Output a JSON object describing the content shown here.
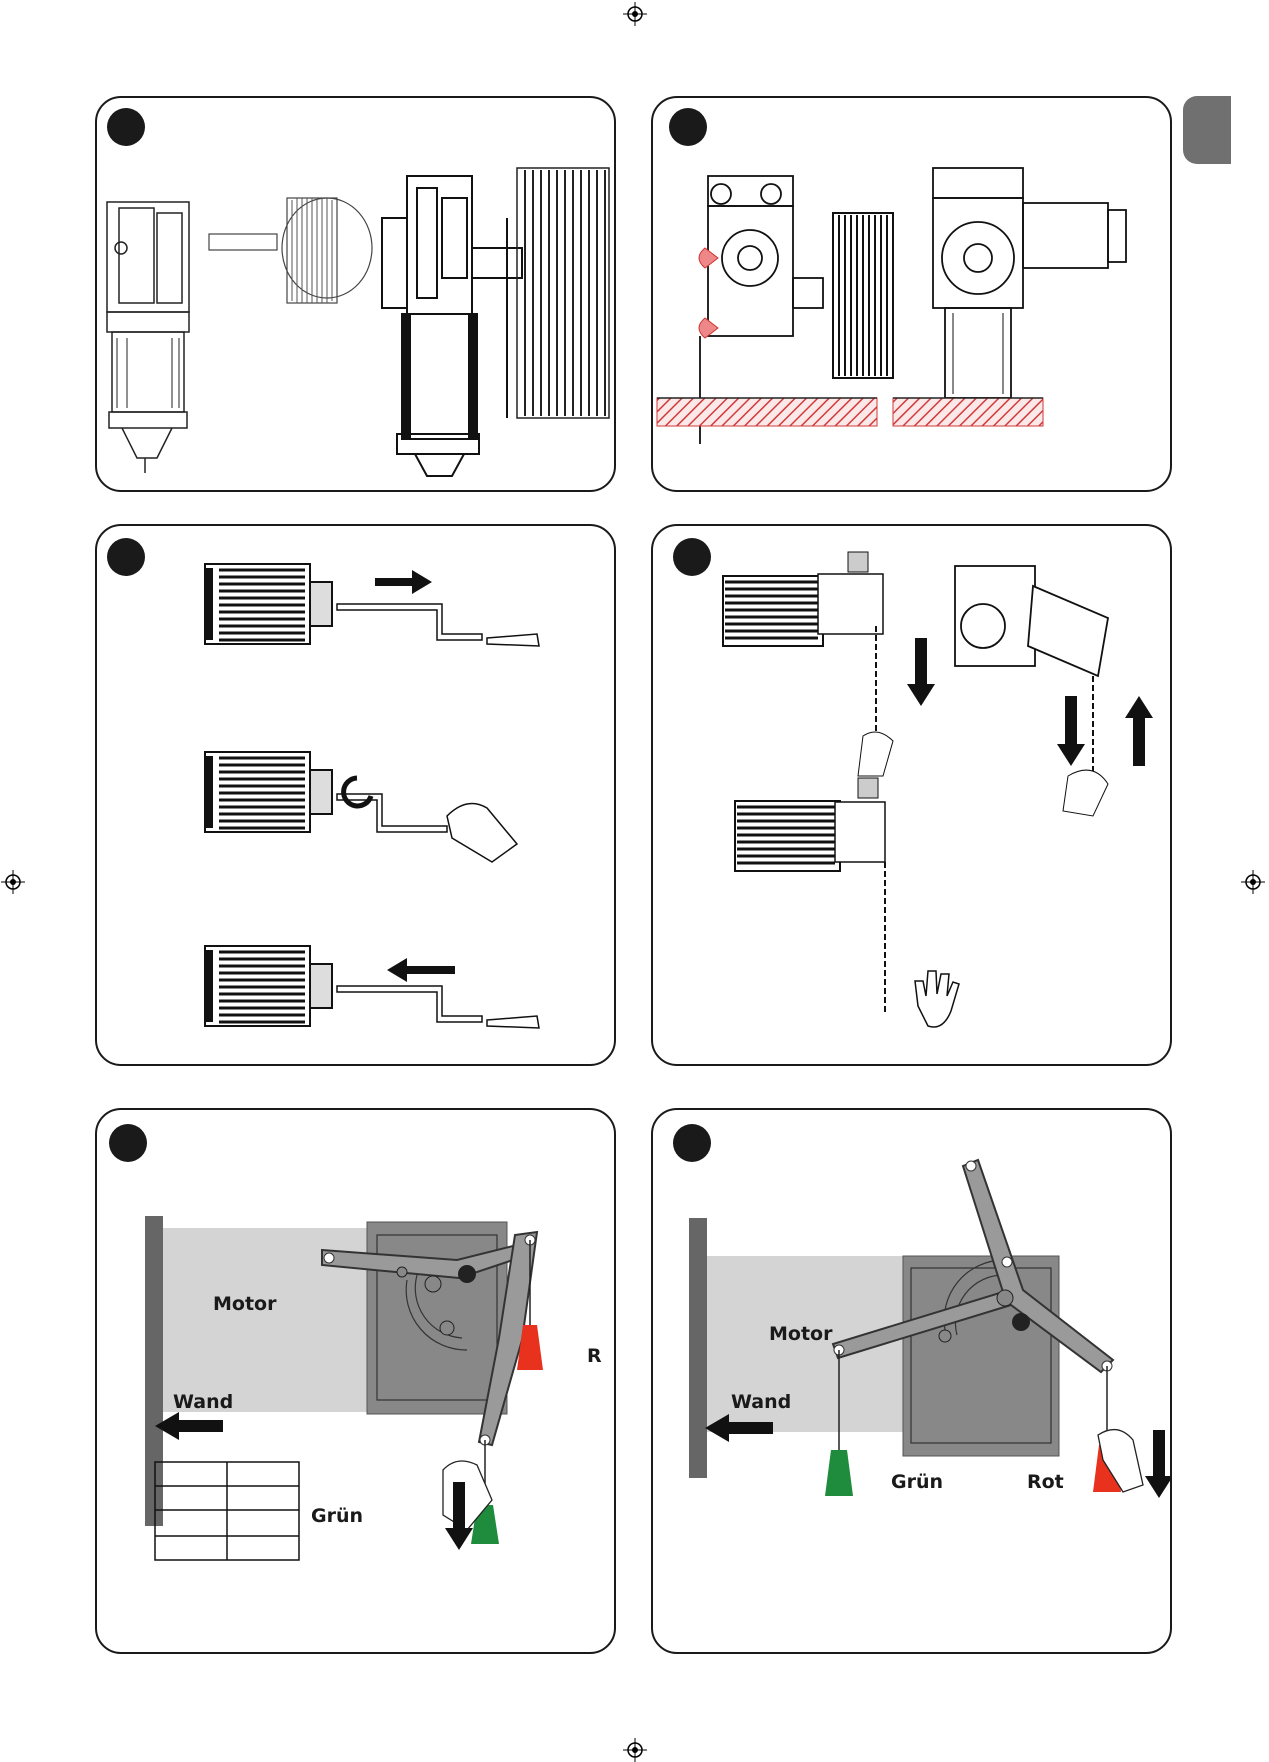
{
  "panel5": {
    "motor_label": "Motor",
    "wall_label": "Wand",
    "green_label": "Grün",
    "red_label_clipped": "R"
  },
  "panel6": {
    "motor_label": "Motor",
    "wall_label": "Wand",
    "green_label": "Grün",
    "red_label": "Rot"
  },
  "colors": {
    "red_cone": "#e8321e",
    "green_cone": "#1e8c3c",
    "motor_body": "#d4d4d4",
    "hatch": "#d23a3a",
    "tab": "#707070"
  }
}
